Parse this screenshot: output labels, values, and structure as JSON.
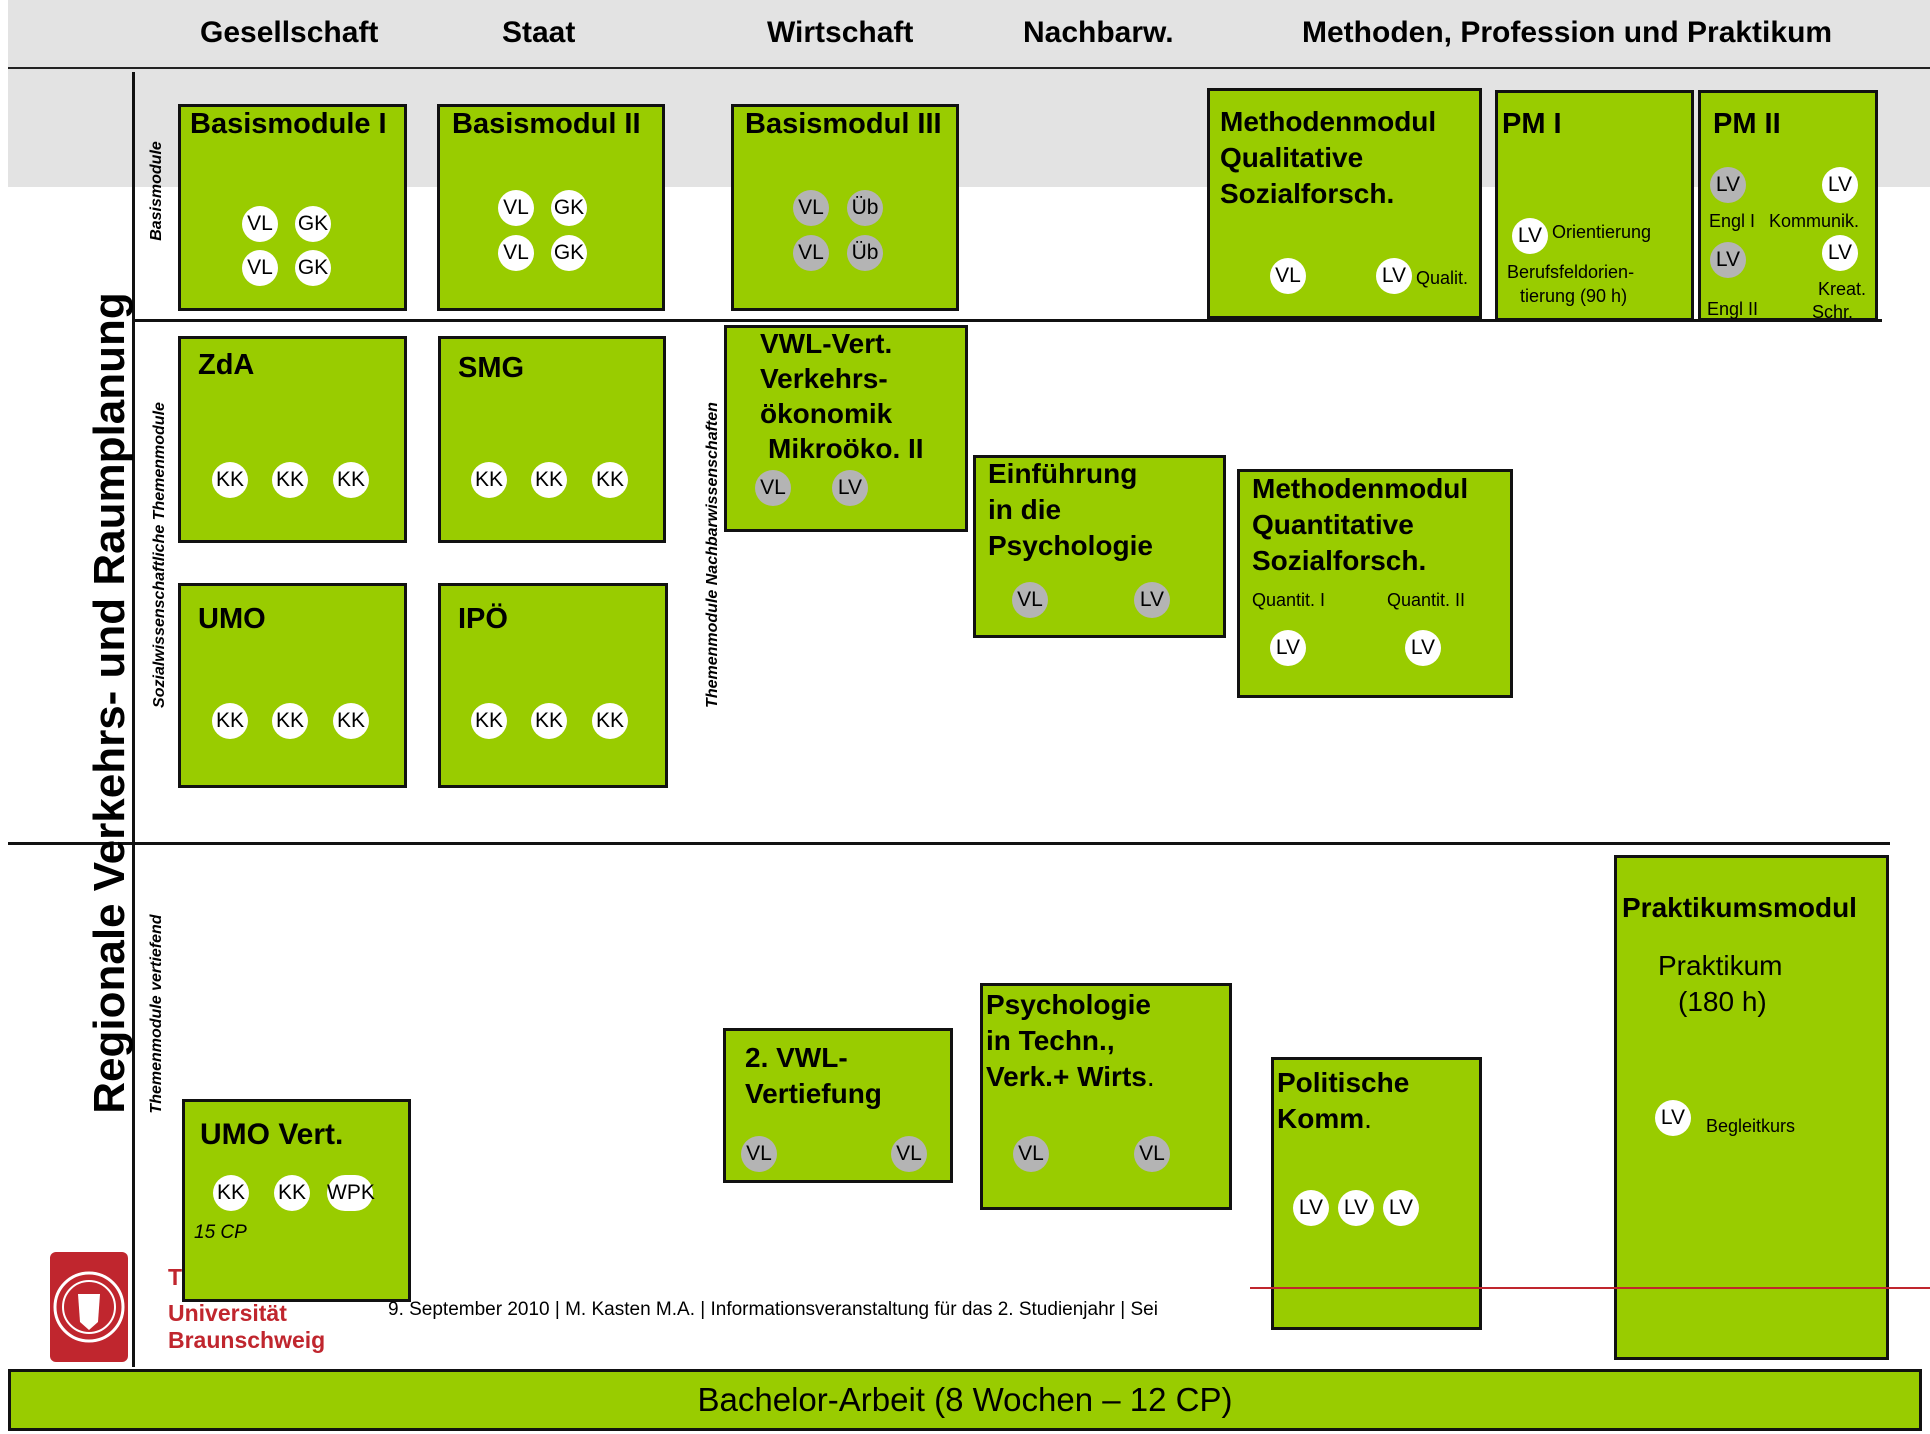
{
  "headers": {
    "gesellschaft": "Gesellschaft",
    "staat": "Staat",
    "wirtschaft": "Wirtschaft",
    "nachbarw": "Nachbarw.",
    "methoden": "Methoden, Profession und Praktikum"
  },
  "vertical": {
    "main": "Regionale Verkehrs- und Raumplanung",
    "basis": "Basismodule",
    "sozial": "Sozialwissenschaftliche Themenmodule",
    "nachbar": "Themenmodule Nachbarwissenschaften",
    "vertiefend": "Themenmodule vertiefend"
  },
  "modules": {
    "basis1": {
      "title": "Basismodule I",
      "c1": "VL",
      "c2": "GK",
      "c3": "VL",
      "c4": "GK"
    },
    "basis2": {
      "title": "Basismodul II",
      "c1": "VL",
      "c2": "GK",
      "c3": "VL",
      "c4": "GK"
    },
    "basis3": {
      "title": "Basismodul III",
      "c1": "VL",
      "c2": "Üb",
      "c3": "VL",
      "c4": "Üb"
    },
    "methqual": {
      "l1": "Methodenmodul",
      "l2": "Qualitative",
      "l3": "Sozialforsch.",
      "c1": "VL",
      "c2": "LV",
      "note": "Qualit."
    },
    "pm1": {
      "title": "PM  I",
      "c1": "LV",
      "note1": "Orientierung",
      "note2": "Berufsfeldorien-",
      "note3": "tierung (90 h)"
    },
    "pm2": {
      "title": "PM II",
      "c1": "LV",
      "c2": "LV",
      "c3": "LV",
      "c4": "LV",
      "n1": "Engl I",
      "n2": "Kommunik.",
      "n3": "Engl II",
      "n4": "Kreat.",
      "n5": "Schr."
    },
    "zda": {
      "title": "ZdA",
      "c1": "KK",
      "c2": "KK",
      "c3": "KK"
    },
    "smg": {
      "title": "SMG",
      "c1": "KK",
      "c2": "KK",
      "c3": "KK"
    },
    "umo": {
      "title": "UMO",
      "c1": "KK",
      "c2": "KK",
      "c3": "KK"
    },
    "ipoe": {
      "title": "IPÖ",
      "c1": "KK",
      "c2": "KK",
      "c3": "KK"
    },
    "vwl": {
      "l1": "VWL-Vert.",
      "l2": "Verkehrs-",
      "l3": "ökonomik",
      "l4": "Mikroöko. II",
      "c1": "VL",
      "c2": "LV"
    },
    "psych": {
      "l1": "Einführung",
      "l2": "in die",
      "l3": "Psychologie",
      "c1": "VL",
      "c2": "LV"
    },
    "methquant": {
      "l1": "Methodenmodul",
      "l2": "Quantitative",
      "l3": "Sozialforsch.",
      "n1": "Quantit. I",
      "n2": "Quantit. II",
      "c1": "LV",
      "c2": "LV"
    },
    "praktikum": {
      "title": "Praktikumsmodul",
      "l1": "Praktikum",
      "l2": "(180 h)",
      "c1": "LV",
      "note": "Begleitkurs"
    },
    "vwl2": {
      "l1": "2.  VWL-",
      "l2": "Vertiefung",
      "c1": "VL",
      "c2": "VL"
    },
    "psych2": {
      "l1": "Psychologie",
      "l2": "in Techn.,",
      "l3": "Verk.+ Wirts",
      "dot": ".",
      "c1": "VL",
      "c2": "VL"
    },
    "polkomm": {
      "l1": "Politische",
      "l2": "Komm",
      "dot": ".",
      "c1": "LV",
      "c2": "LV",
      "c3": "LV"
    },
    "umovert": {
      "title": "UMO Vert.",
      "c1": "KK",
      "c2": "KK",
      "c3": "WPK",
      "cp": "15 CP"
    }
  },
  "footer": {
    "text": "9. September 2010 | M. Kasten M.A. | Informationsveranstaltung für das 2. Studienjahr  | Sei",
    "uni1": "Universität",
    "uni2": "Braunschweig",
    "tu": "T",
    "bachelor": "Bachelor-Arbeit (8 Wochen – 12 CP)"
  },
  "colors": {
    "module_green": "#99cc00",
    "band_grey": "#e3e3e3",
    "tu_red": "#c0262e"
  }
}
